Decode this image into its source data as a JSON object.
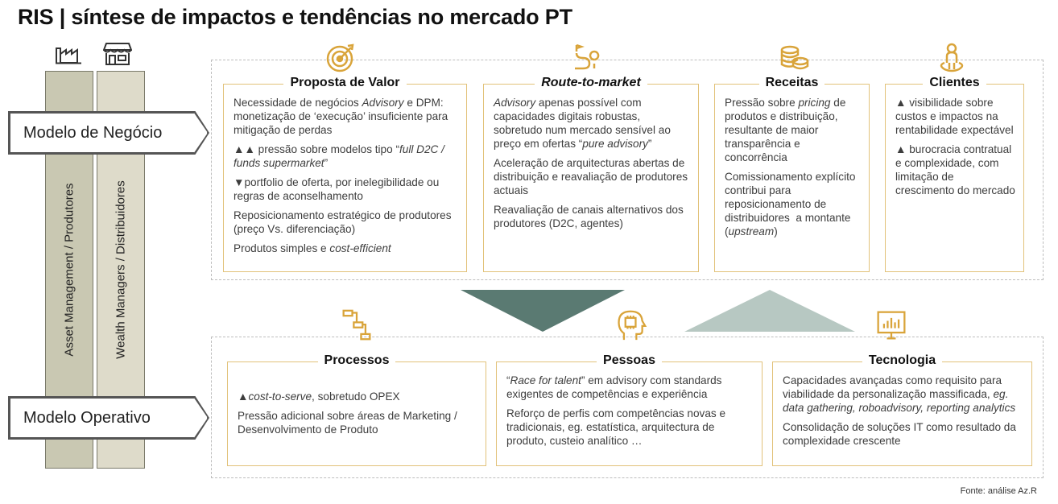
{
  "title": "RIS | síntese de impactos e tendências no mercado PT",
  "source": "Fonte: análise Az.R",
  "colors": {
    "gold": "#e2c27a",
    "icon_gold": "#d9a43a",
    "pillar_left": "#c9c8b2",
    "pillar_right": "#dedbca",
    "tri_dark": "#5a7a72",
    "tri_light": "#b7c8c2"
  },
  "left": {
    "pillar_1": "Asset Management / Produtores",
    "pillar_2": "Wealth Managers / Distribuidores",
    "label_top": "Modelo de Negócio",
    "label_bottom": "Modelo Operativo"
  },
  "top_cards": [
    {
      "title": "Proposta de Valor",
      "icon": "target-icon",
      "items": [
        "Necessidade de negócios Advisory e DPM: monetização de ‘execução’ insuficiente para mitigação de perdas",
        "▲▲ pressão sobre modelos tipo “full D2C / funds supermarket”",
        "▼portfolio de oferta, por inelegibilidade ou regras de aconselhamento",
        "Reposicionamento estratégico de produtores (preço Vs. diferenciação)",
        "Produtos simples e cost-efficient"
      ]
    },
    {
      "title": "Route-to-market",
      "icon": "route-icon",
      "items": [
        "Advisory apenas possível com capacidades digitais robustas, sobretudo num mercado sensível ao preço em ofertas “pure advisory”",
        "Aceleração de arquitecturas abertas de distribuição  e reavaliação de produtores actuais",
        "Reavaliação de canais alternativos dos produtores (D2C, agentes)"
      ]
    },
    {
      "title": "Receitas",
      "icon": "coins-icon",
      "items": [
        "Pressão sobre pricing de produtos e distribuição, resultante de maior transparência e concorrência",
        "Comissionamento explícito contribui para reposicionamento de distribuidores  a montante (upstream)"
      ]
    },
    {
      "title": "Clientes",
      "icon": "person-pin-icon",
      "items": [
        "▲ visibilidade  sobre custos e impactos na rentabilidade expectável",
        "▲ burocracia contratual e complexidade, com limitação de crescimento do mercado"
      ]
    }
  ],
  "bottom_cards": [
    {
      "title": "Processos",
      "icon": "process-flow-icon",
      "items": [
        "▲cost-to-serve, sobretudo OPEX",
        "Pressão adicional sobre áreas de Marketing  / Desenvolvimento de Produto"
      ]
    },
    {
      "title": "Pessoas",
      "icon": "head-chip-icon",
      "items": [
        "“Race for talent” em advisory com standards exigentes de competências e experiência",
        "Reforço de perfis com competências novas e tradicionais,  eg. estatística, arquitectura de produto, custeio analítico …"
      ]
    },
    {
      "title": "Tecnologia",
      "icon": "monitor-chart-icon",
      "items": [
        "Capacidades avançadas como requisito para viabilidade da personalização massificada, eg. data gathering, roboadvisory, reporting analytics",
        "Consolidação de soluções IT como resultado da complexidade crescente"
      ]
    }
  ]
}
